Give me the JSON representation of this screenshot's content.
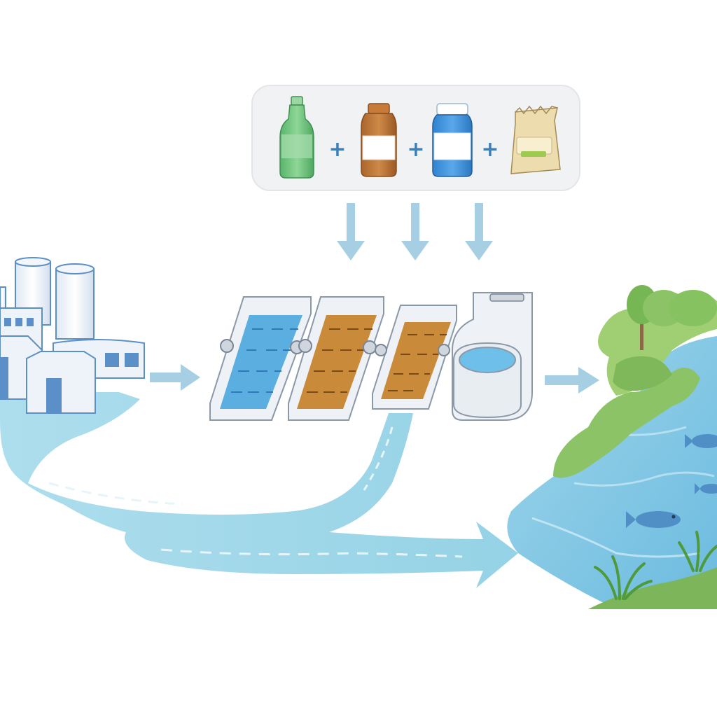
{
  "diagram": {
    "type": "wastewater-treatment-process",
    "colors": {
      "water_light": "#bfe3ef",
      "water_mid": "#8fcfe3",
      "water_deep": "#5fb6d6",
      "arrow": "#9ccde3",
      "tank_blue": "#5aaee0",
      "tank_brown": "#c98a3a",
      "foliage": "#8cc366",
      "foliage_dark": "#5e9a3c",
      "panel_bg": "#f0f1f3",
      "building": "#e9eef5",
      "building_accent": "#5b8fc7"
    },
    "stages": [
      {
        "name": "factory",
        "icon": "factory-icon"
      },
      {
        "name": "aeration-tank-1",
        "icon": "aeration-tank-icon",
        "fill": "blue"
      },
      {
        "name": "aeration-tank-2",
        "icon": "aeration-tank-icon",
        "fill": "brown"
      },
      {
        "name": "aeration-tank-3",
        "icon": "aeration-tank-icon",
        "fill": "brown"
      },
      {
        "name": "clarifier",
        "icon": "clarifier-icon",
        "fill": "blue"
      },
      {
        "name": "river",
        "icon": "river-icon"
      }
    ],
    "additives": [
      {
        "name": "green-bottle",
        "icon": "bottle-icon",
        "color": "#6cc27a"
      },
      {
        "name": "brown-jar",
        "icon": "jar-icon",
        "color": "#b77435"
      },
      {
        "name": "blue-jar",
        "icon": "jar-icon",
        "color": "#3d8fd6"
      },
      {
        "name": "powder-bag",
        "icon": "bag-icon",
        "color": "#e6d6a8"
      }
    ],
    "plus_sign": "+"
  }
}
